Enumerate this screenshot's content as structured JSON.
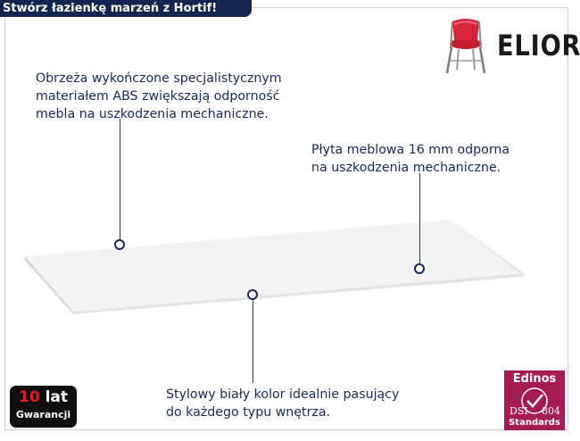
{
  "header": {
    "title": "Stwórz łazienkę marzeń z Hortif!"
  },
  "brand": {
    "name": "ELIOR",
    "icon": "chair-icon"
  },
  "notes": {
    "edges": "Obrzeża wykończone specjalistycznym\nmateriałem ABS zwiększają odporność\nmebla na uszkodzenia mechaniczne.",
    "board": "Płyta meblowa 16 mm odporna\nna uszkodzenia mechaniczne.",
    "color": "Stylowy biały kolor idealnie pasujący\ndo każdego typu wnętrza."
  },
  "warranty": {
    "years": "10",
    "unit": "lat",
    "label": "Gwarancji"
  },
  "certificate": {
    "brand": "Edinos",
    "left": "DSI",
    "right": "804",
    "standard": "Standards"
  },
  "colors": {
    "header_bg": "#14254f",
    "text": "#182a55",
    "warranty_bg": "#0f0f0f",
    "cert_bg": "#a51c53"
  }
}
